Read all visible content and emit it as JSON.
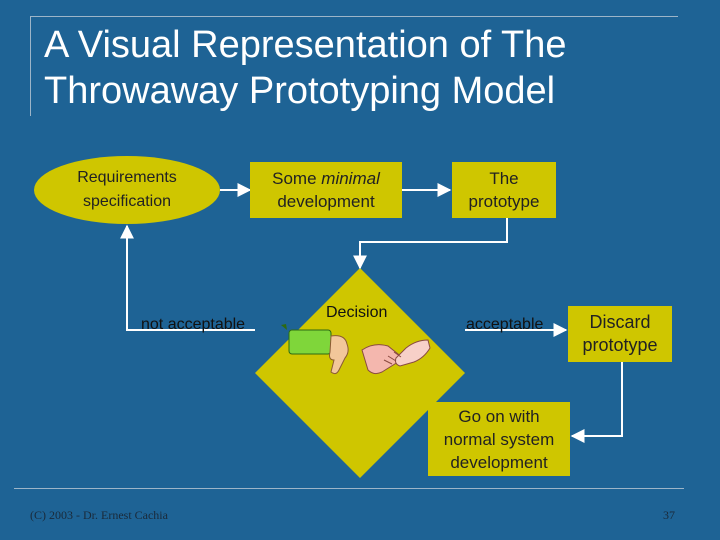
{
  "title": {
    "line1": "A Visual Representation of The",
    "line2": "Throwaway Prototyping Model"
  },
  "nodes": {
    "requirements": "Requirements specification",
    "requirements_l1": "Requirements",
    "requirements_l2": "specification",
    "minimal_l1_a": "Some ",
    "minimal_l1_b": "minimal",
    "minimal_l2": "development",
    "prototype_l1": "The",
    "prototype_l2": "prototype",
    "decision": "Decision",
    "discard_l1": "Discard",
    "discard_l2": "prototype",
    "goon_l1": "Go on with",
    "goon_l2": "normal system",
    "goon_l3": "development"
  },
  "labels": {
    "not_acceptable": "not acceptable",
    "acceptable": "acceptable"
  },
  "footer": {
    "copyright": "(C) 2003 - Dr. Ernest Cachia",
    "page_number": "37"
  },
  "colors": {
    "background": "#1E6395",
    "node_fill": "#CFC600",
    "connector": "#FFFFFF"
  }
}
